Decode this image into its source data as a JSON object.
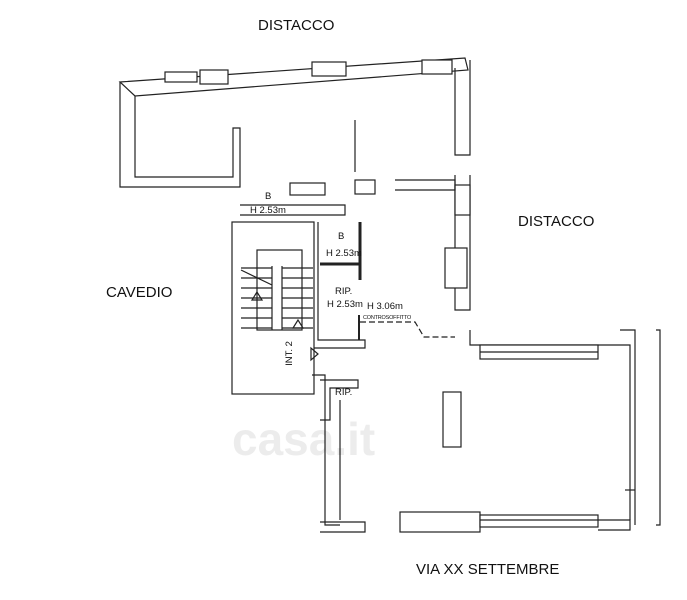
{
  "labels": {
    "top": "DISTACCO",
    "right": "DISTACCO",
    "left": "CAVEDIO",
    "street": "VIA XX SETTEMBRE"
  },
  "rooms": [
    {
      "name": "B",
      "height": "H 2.53m"
    },
    {
      "name": "B",
      "height": "H 2.53m"
    },
    {
      "name": "RIP.",
      "height": "H 2.53m"
    },
    {
      "name": "RIP."
    }
  ],
  "ceiling": {
    "height": "H 3.06m",
    "note": "CONTROSOFFITTO"
  },
  "stair_label": "INT. 2",
  "watermark": "casa.it"
}
